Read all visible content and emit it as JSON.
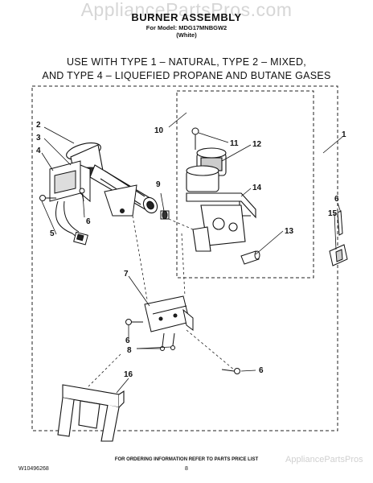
{
  "watermark": "AppliancePartsPros.com",
  "header": {
    "title": "BURNER ASSEMBLY",
    "model_line": "For Model: MDG17MNBGW2",
    "color_line": "(White)"
  },
  "usage": {
    "line1": "USE WITH TYPE 1 – NATURAL, TYPE 2 – MIXED,",
    "line2": "AND TYPE 4 – LIQUEFIED PROPANE AND BUTANE GASES"
  },
  "callouts": {
    "c1": "1",
    "c2": "2",
    "c3": "3",
    "c4": "4",
    "c5": "5",
    "c6a": "6",
    "c6b": "6",
    "c6c": "6",
    "c6d": "6",
    "c7": "7",
    "c8": "8",
    "c9": "9",
    "c10": "10",
    "c11": "11",
    "c12": "12",
    "c13": "13",
    "c14": "14",
    "c15": "15",
    "c16": "16"
  },
  "footer": {
    "info": "FOR ORDERING INFORMATION REFER TO PARTS PRICE LIST",
    "doc_number": "W10496268",
    "page_number": "8",
    "watermark_small": "AppliancePartsPros"
  }
}
